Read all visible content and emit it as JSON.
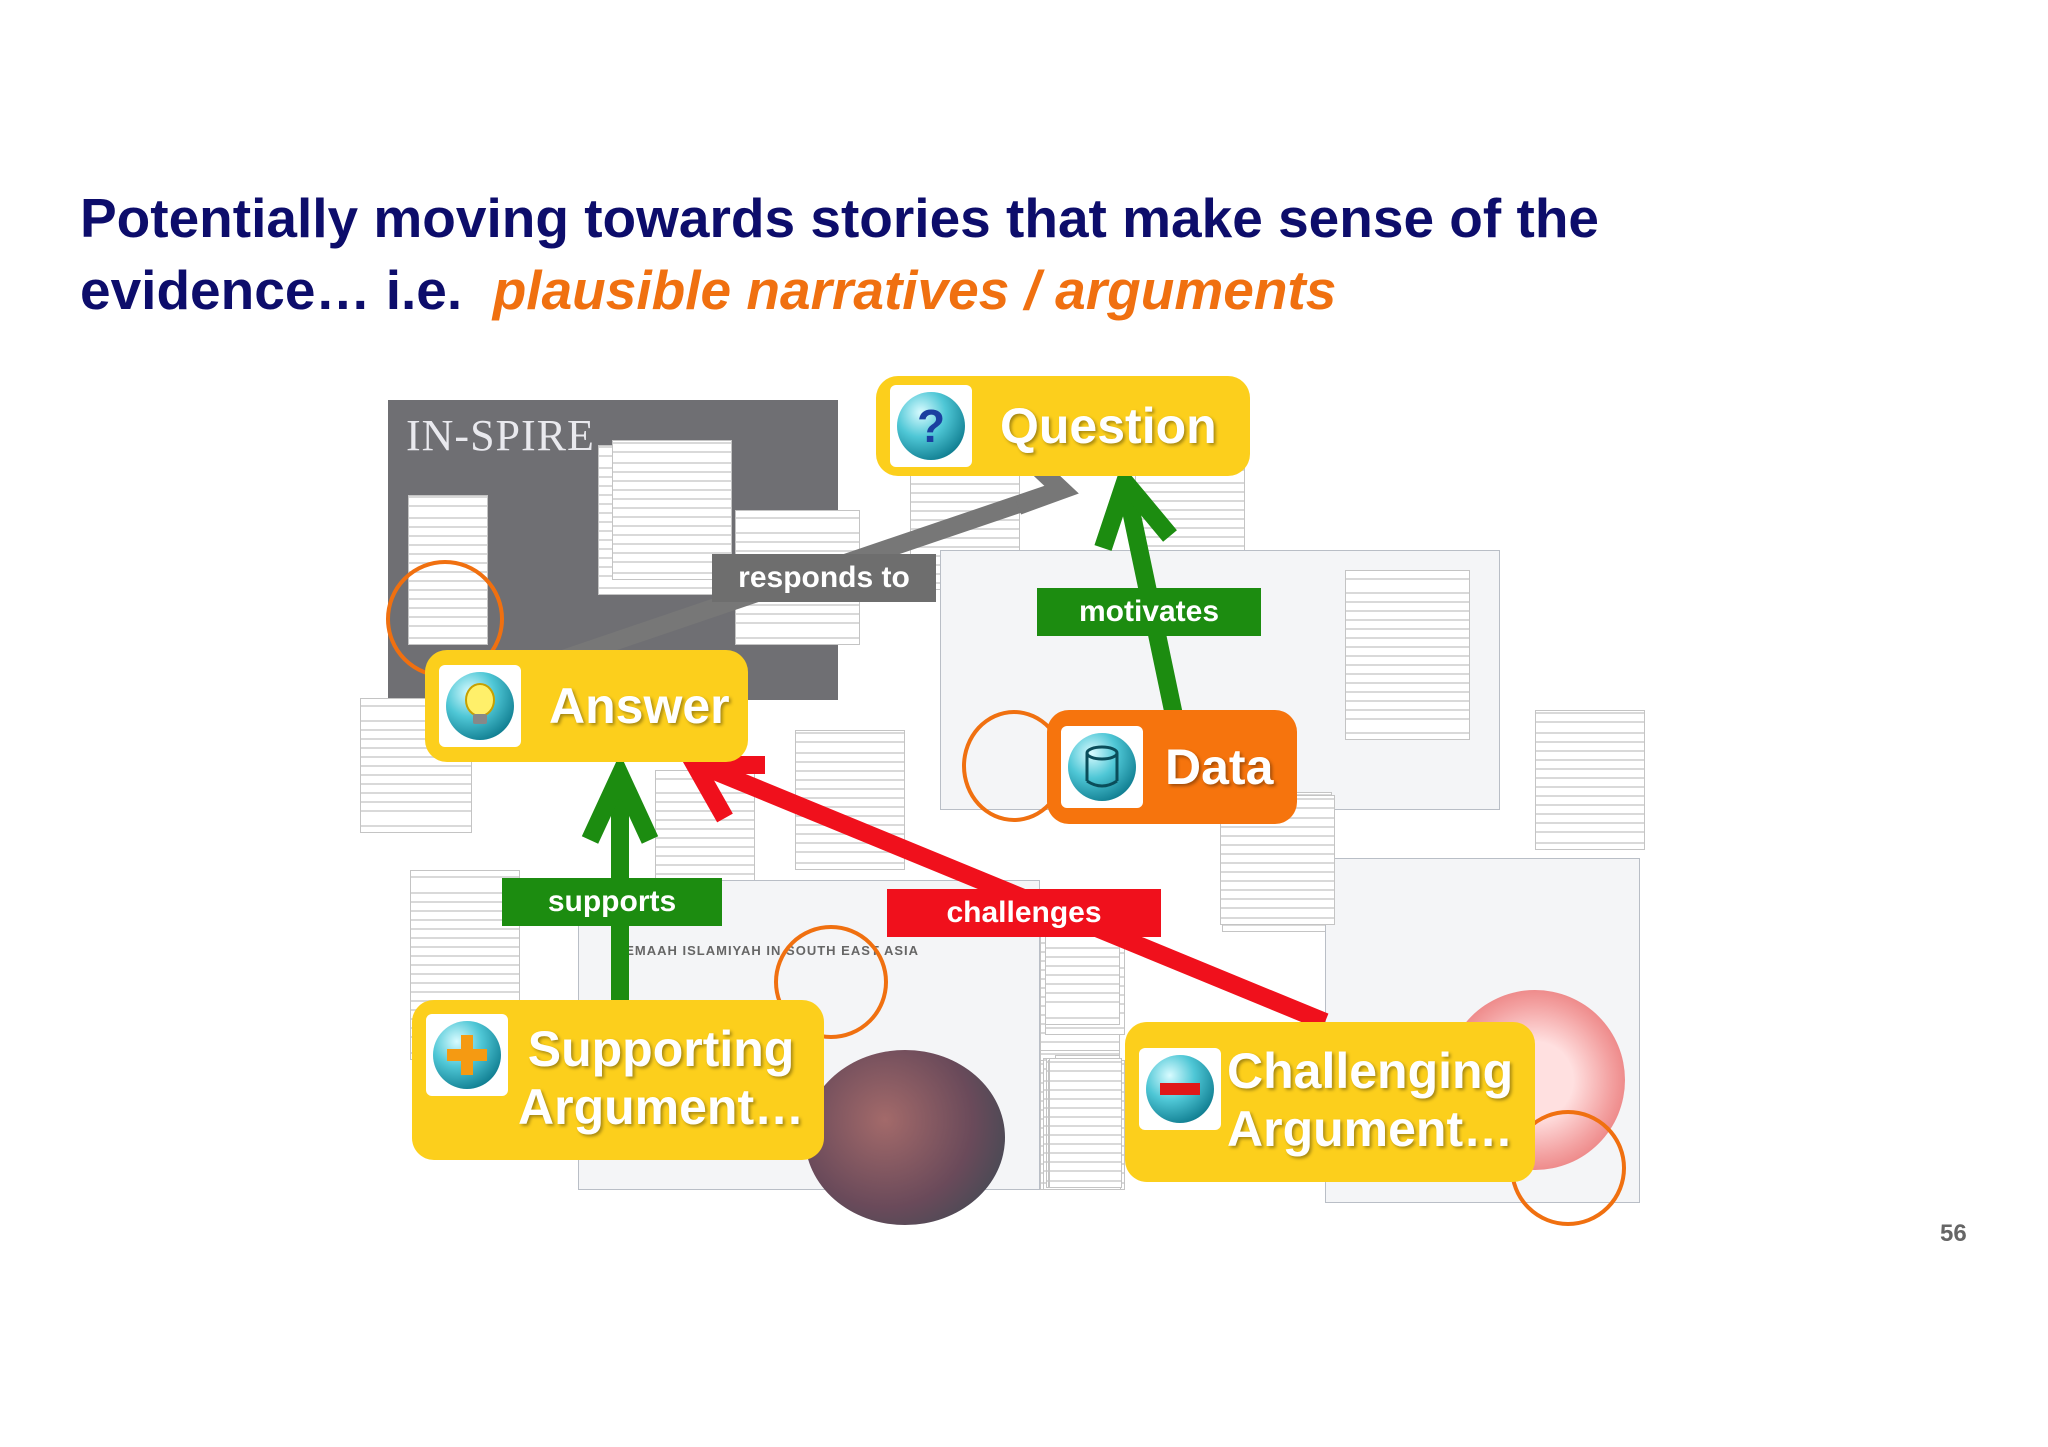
{
  "title": {
    "line1": "Potentially moving towards stories that make sense of the",
    "line2_prefix": "evidence… i.e.",
    "line2_highlight": "plausible narratives / arguments"
  },
  "background": {
    "inspire_label": "IN-SPIRE",
    "map_caption": "JEMAAH ISLAMIYAH IN SOUTH EAST ASIA"
  },
  "nodes": {
    "question": "Question",
    "answer": "Answer",
    "data": "Data",
    "supporting_line1": "Supporting",
    "supporting_line2": "Argument…",
    "challenging_line1": "Challenging",
    "challenging_line2": "Argument…"
  },
  "relations": {
    "responds_to": "responds to",
    "motivates": "motivates",
    "supports": "supports",
    "challenges": "challenges"
  },
  "colors": {
    "title": "#0d0d6b",
    "highlight": "#f07010",
    "node_yellow": "#fccf1c",
    "node_orange": "#f6740d",
    "rel_gray": "#6e6e6e",
    "rel_green": "#1c8c10",
    "rel_red": "#f0101c"
  },
  "icons": {
    "question": "question-mark-icon",
    "answer": "lightbulb-icon",
    "data": "database-icon",
    "supporting": "plus-icon",
    "challenging": "minus-icon"
  },
  "page_number": "56"
}
